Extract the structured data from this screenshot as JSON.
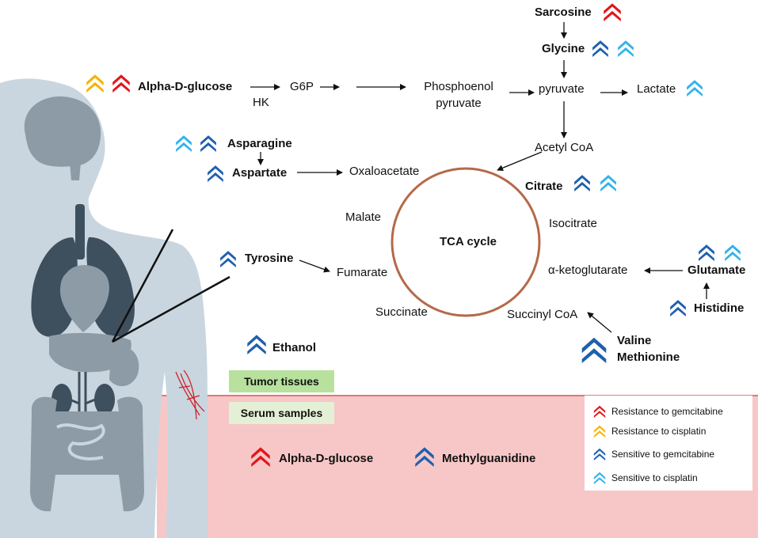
{
  "colors": {
    "resistance_gemcitabine": "#e3151a",
    "resistance_cisplatin": "#f5b300",
    "sensitive_gemcitabine": "#1f5fae",
    "sensitive_cisplatin": "#31b3ea",
    "serum_region": "#f7c7c8",
    "tca_circle": "#b5694a",
    "body_light": "#c9d6df",
    "organ_gray": "#8c9ba6",
    "organ_dark": "#3e4f5e"
  },
  "pathway": {
    "alpha_d_glucose": "Alpha-D-glucose",
    "hk": "HK",
    "g6p": "G6P",
    "phosphoenol_line1": "Phosphoenol",
    "phosphoenol_line2": "pyruvate",
    "pyruvate": "pyruvate",
    "lactate": "Lactate",
    "sarcosine": "Sarcosine",
    "glycine": "Glycine",
    "acetyl_coa": "Acetyl CoA",
    "asparagine": "Asparagine",
    "aspartate": "Aspartate",
    "oxaloacetate": "Oxaloacetate",
    "citrate": "Citrate",
    "malate": "Malate",
    "isocitrate": "Isocitrate",
    "tca_cycle": "TCA cycle",
    "tyrosine": "Tyrosine",
    "fumarate": "Fumarate",
    "alpha_ketoglutarate": "α-ketoglutarate",
    "glutamate": "Glutamate",
    "histidine": "Histidine",
    "succinate": "Succinate",
    "succinyl_coa": "Succinyl CoA",
    "valine": "Valine",
    "methionine": "Methionine",
    "ethanol": "Ethanol"
  },
  "regions": {
    "tumor_tissues": "Tumor tissues",
    "serum_samples": "Serum samples"
  },
  "serum": {
    "alpha_d_glucose": "Alpha-D-glucose",
    "methylguanidine": "Methylguanidine"
  },
  "legend": {
    "items": [
      {
        "label": "Resistance to gemcitabine",
        "icon": "red-chevron-icon"
      },
      {
        "label": "Resistance to cisplatin",
        "icon": "yellow-chevron-icon"
      },
      {
        "label": "Sensitive to gemcitabine",
        "icon": "dark-blue-chevron-icon"
      },
      {
        "label": "Sensitive to cisplatin",
        "icon": "light-blue-chevron-icon"
      }
    ]
  }
}
